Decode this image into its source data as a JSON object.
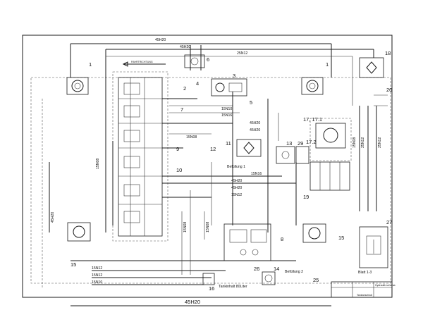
{
  "callouts": {
    "c1": "1",
    "c1b": "1",
    "c2": "2",
    "c3": "3",
    "c4": "4",
    "c5": "5",
    "c6": "6",
    "c7": "7",
    "c8": "8",
    "c9": "9",
    "c10": "10",
    "c11": "11",
    "c12": "12",
    "c13": "13",
    "c14": "14",
    "c15": "15",
    "c15b": "15",
    "c16": "16",
    "c17": "17, 17.1",
    "c17b": "17.2",
    "c18": "18",
    "c19": "19",
    "c20": "20",
    "c25": "25",
    "c26": "26",
    "c27": "27",
    "c29": "29"
  },
  "pipes": {
    "p45_top": "45H20",
    "p45_top2": "45H20",
    "p25_top": "25N12",
    "p15_a": "15N10",
    "p15_b": "15N16",
    "p15_c": "15N08",
    "p45_d": "45H20",
    "p45_e": "45H20",
    "p15_f": "15N16",
    "p45_g": "45H20",
    "p45_h": "45H20",
    "p15_i": "15N12",
    "p15_left": "15N08",
    "p45_left": "45H20",
    "p15_l1": "15N12",
    "p15_l2": "15N12",
    "p15_l3": "15N10",
    "p25_r1": "25N12",
    "p25_r2": "25N12",
    "p15_r3": "15N08",
    "p45_bottom": "45H20",
    "p15_v1": "15N08",
    "p15_v2": "15N08"
  },
  "labels": {
    "fahrtrichtung": "FAHRTRICHTUNG",
    "befuellung1": "Befüllung 1",
    "befuellung2": "Befüllung 2",
    "tankinhalt": "Tankinhalt 80Liter",
    "blatt": "Blatt 1-3",
    "tankanschluss": "Tankanschluß",
    "footer_text": "Hydraulik schema"
  },
  "colors": {
    "line": "#1a1a1a",
    "paper": "#ffffff"
  }
}
